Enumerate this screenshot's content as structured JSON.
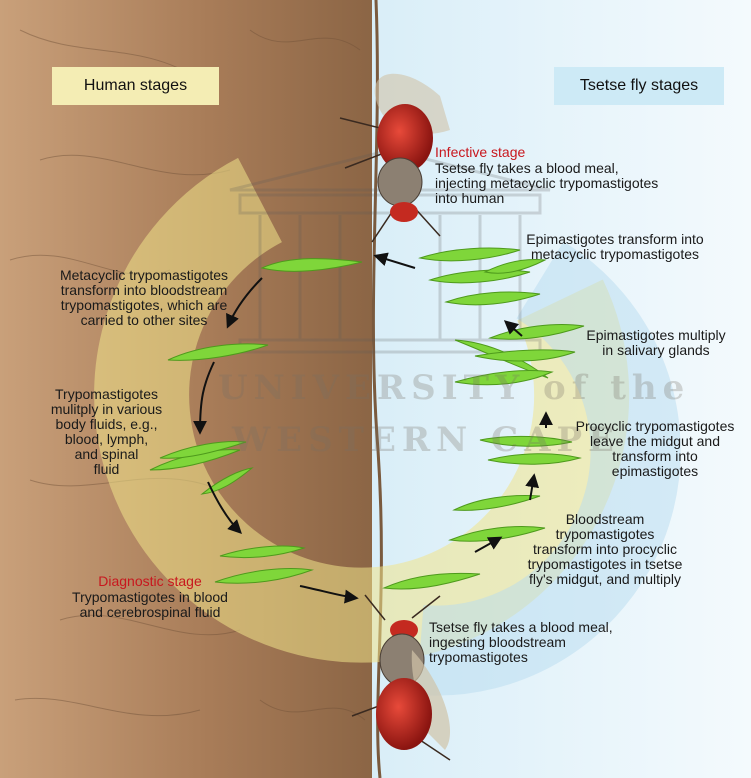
{
  "headers": {
    "human": "Human stages",
    "fly": "Tsetse fly stages"
  },
  "watermark": {
    "line1": "UNIVERSITY of the",
    "line2": "WESTERN CAPE"
  },
  "stages": {
    "infective_title": "Infective stage",
    "infective_text": "Tsetse fly takes a blood meal,\ninjecting metacyclic trypomastigotes\ninto human",
    "epi_transform": "Epimastigotes transform into\nmetacyclic trypomastigotes",
    "epi_multiply": "Epimastigotes multiply\nin salivary glands",
    "procyclic": "Procyclic trypomastigotes\nleave the midgut and\ntransform into\nepimastigotes",
    "bloodstream_fly": "Bloodstream\ntrypomastigotes\ntransform into procyclic\ntrypomastigotes in tsetse\nfly's midgut, and multiply",
    "fly_ingest": "Tsetse fly takes a blood meal,\ningesting bloodstream\ntrypomastigotes",
    "metacyclic_human": "Metacyclic trypomastigotes\ntransform into bloodstream\ntrypomastigotes, which are\ncarried to other sites",
    "multiply_human": "Trypomastigotes\nmulitply in various\nbody fluids, e.g.,\nblood, lymph,\nand spinal\nfluid",
    "diagnostic_title": "Diagnostic stage",
    "diagnostic_text": "Trypomastigotes in blood\nand cerebrospinal fluid"
  },
  "colors": {
    "skin": "#b88a62",
    "fly_bg": "#e6f3fa",
    "parasite": "#7fd63a",
    "arrow": "#111111",
    "label_red": "#c8171e"
  }
}
